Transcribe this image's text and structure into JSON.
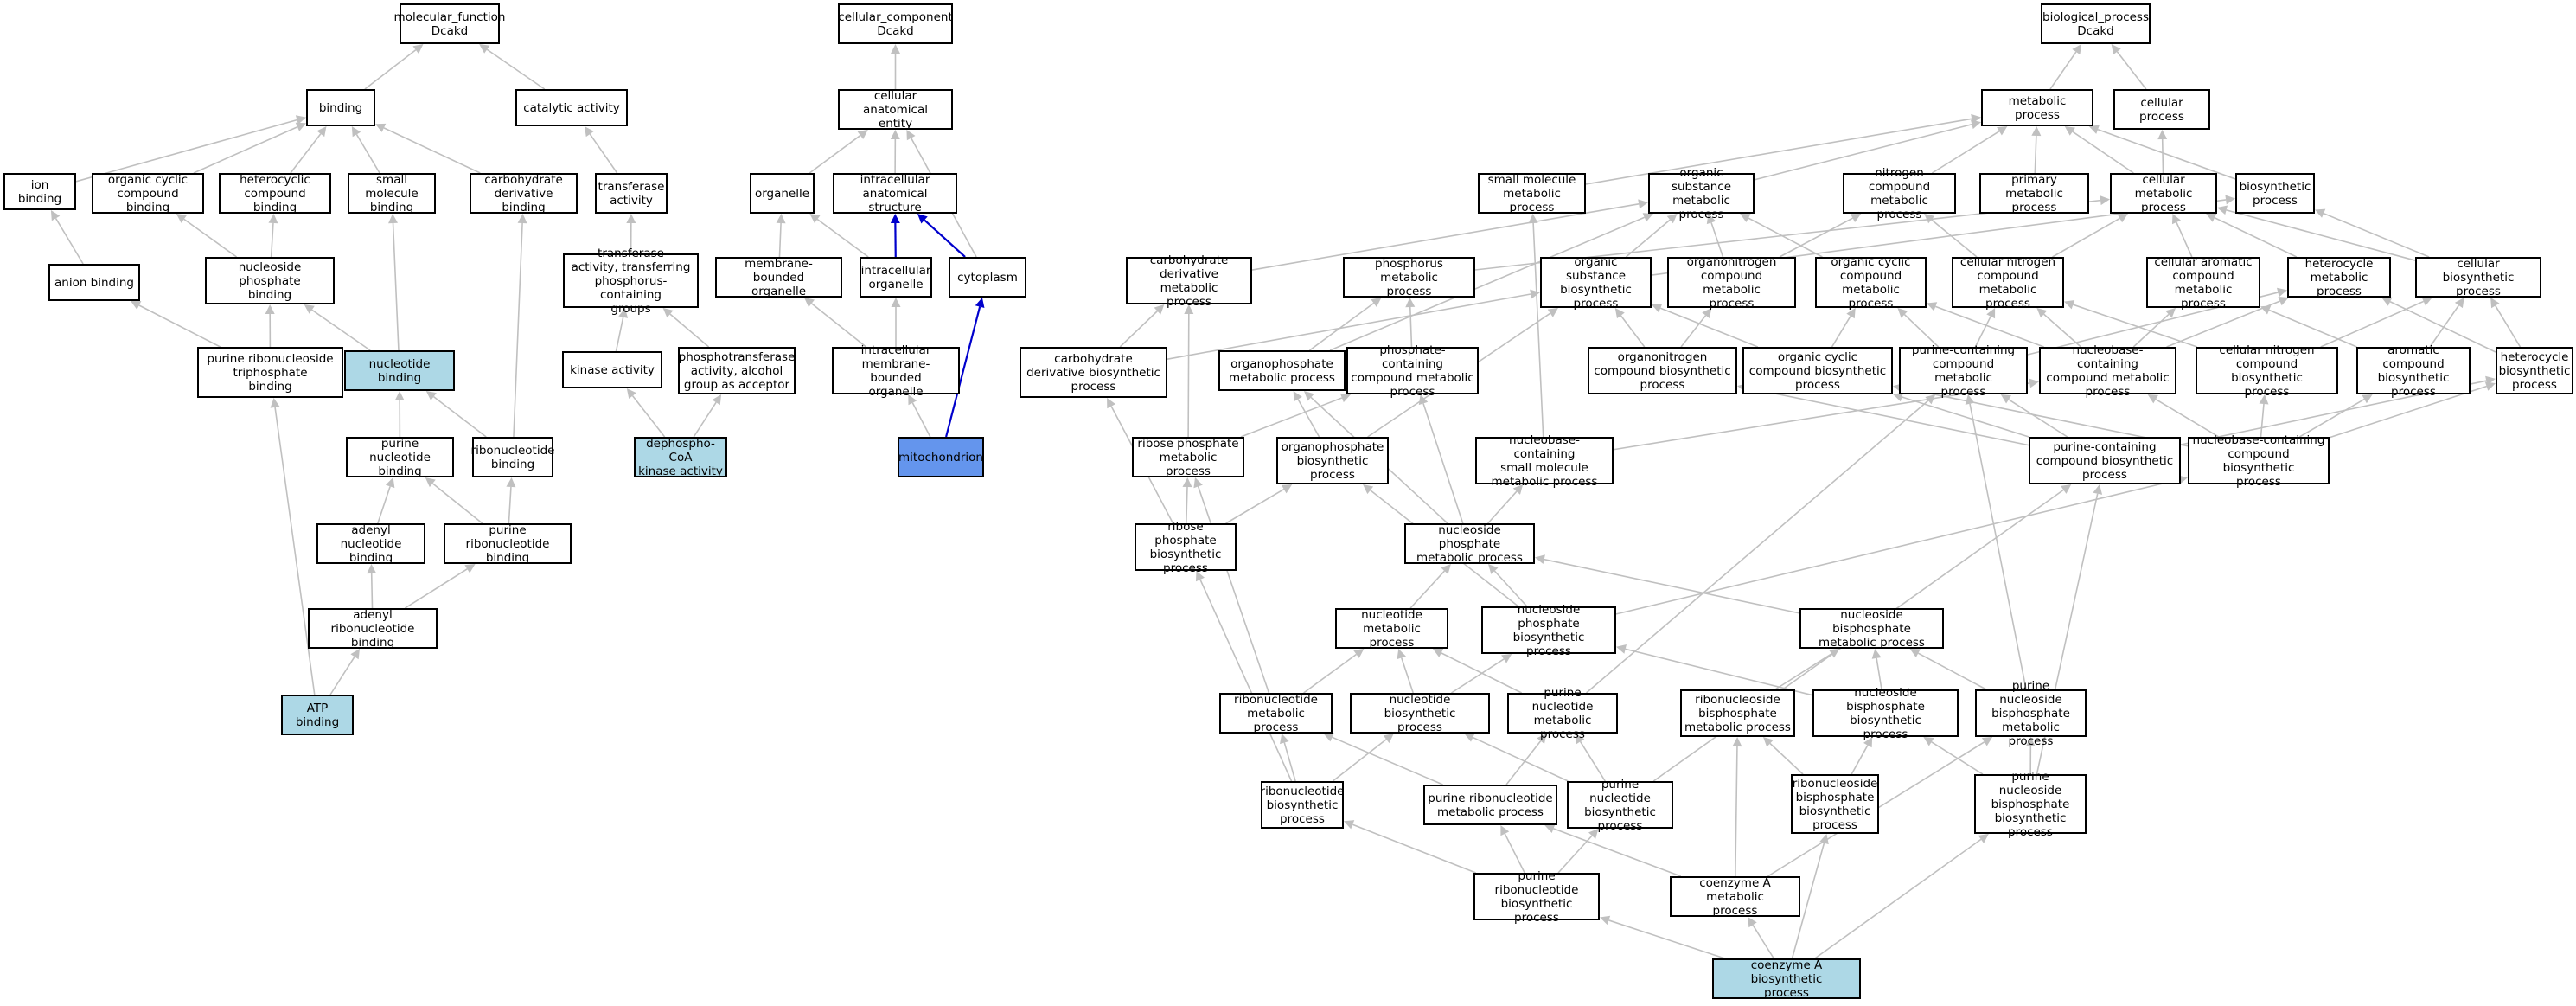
{
  "colors": {
    "edge": "#c0c0c0",
    "edge_highlight": "#0000cc",
    "light": "#add8e6",
    "blue": "#6495ed"
  },
  "nodes": [
    {
      "id": "mf",
      "label": "molecular_function\nDcakd",
      "hl": ""
    },
    {
      "id": "binding",
      "label": "binding",
      "hl": ""
    },
    {
      "id": "catalytic",
      "label": "catalytic activity",
      "hl": ""
    },
    {
      "id": "ionb",
      "label": "ion binding",
      "hl": ""
    },
    {
      "id": "orgcyc",
      "label": "organic cyclic\ncompound binding",
      "hl": ""
    },
    {
      "id": "hetcyc",
      "label": "heterocyclic\ncompound binding",
      "hl": ""
    },
    {
      "id": "smb",
      "label": "small molecule\nbinding",
      "hl": ""
    },
    {
      "id": "carbb",
      "label": "carbohydrate\nderivative binding",
      "hl": ""
    },
    {
      "id": "transf",
      "label": "transferase\nactivity",
      "hl": ""
    },
    {
      "id": "anionb",
      "label": "anion binding",
      "hl": ""
    },
    {
      "id": "nucphb",
      "label": "nucleoside phosphate\nbinding",
      "hl": ""
    },
    {
      "id": "transfp",
      "label": "transferase\nactivity, transferring\nphosphorus-containing\ngroups",
      "hl": ""
    },
    {
      "id": "prtb",
      "label": "purine ribonucleoside\ntriphosphate\nbinding",
      "hl": ""
    },
    {
      "id": "nucb",
      "label": "nucleotide binding",
      "hl": "light"
    },
    {
      "id": "kinase",
      "label": "kinase activity",
      "hl": ""
    },
    {
      "id": "phosph",
      "label": "phosphotransferase\nactivity, alcohol\ngroup as acceptor",
      "hl": ""
    },
    {
      "id": "pnb",
      "label": "purine nucleotide\nbinding",
      "hl": ""
    },
    {
      "id": "ribob",
      "label": "ribonucleotide\nbinding",
      "hl": ""
    },
    {
      "id": "dpcoa",
      "label": "dephospho-CoA\nkinase activity",
      "hl": "light"
    },
    {
      "id": "adnb",
      "label": "adenyl nucleotide\nbinding",
      "hl": ""
    },
    {
      "id": "prnb",
      "label": "purine ribonucleotide\nbinding",
      "hl": ""
    },
    {
      "id": "adrnb",
      "label": "adenyl ribonucleotide\nbinding",
      "hl": ""
    },
    {
      "id": "atpb",
      "label": "ATP binding",
      "hl": "light"
    },
    {
      "id": "cc",
      "label": "cellular_component\nDcakd",
      "hl": ""
    },
    {
      "id": "cae",
      "label": "cellular anatomical\nentity",
      "hl": ""
    },
    {
      "id": "organelle",
      "label": "organelle",
      "hl": ""
    },
    {
      "id": "ias",
      "label": "intracellular\nanatomical structure",
      "hl": ""
    },
    {
      "id": "mbo",
      "label": "membrane-bounded\norganelle",
      "hl": ""
    },
    {
      "id": "io",
      "label": "intracellular\norganelle",
      "hl": ""
    },
    {
      "id": "cyto",
      "label": "cytoplasm",
      "hl": ""
    },
    {
      "id": "imbo",
      "label": "intracellular\nmembrane-bounded\norganelle",
      "hl": ""
    },
    {
      "id": "mito",
      "label": "mitochondrion",
      "hl": "blue"
    },
    {
      "id": "bp",
      "label": "biological_process\nDcakd",
      "hl": ""
    },
    {
      "id": "metp",
      "label": "metabolic process",
      "hl": ""
    },
    {
      "id": "cellp",
      "label": "cellular process",
      "hl": ""
    },
    {
      "id": "smmp",
      "label": "small molecule\nmetabolic process",
      "hl": ""
    },
    {
      "id": "osmp",
      "label": "organic substance\nmetabolic process",
      "hl": ""
    },
    {
      "id": "ncmp",
      "label": "nitrogen compound\nmetabolic process",
      "hl": ""
    },
    {
      "id": "pmp",
      "label": "primary metabolic\nprocess",
      "hl": ""
    },
    {
      "id": "cmp",
      "label": "cellular metabolic\nprocess",
      "hl": ""
    },
    {
      "id": "bsp",
      "label": "biosynthetic\nprocess",
      "hl": ""
    },
    {
      "id": "cdmp",
      "label": "carbohydrate\nderivative metabolic\nprocess",
      "hl": ""
    },
    {
      "id": "phmp",
      "label": "phosphorus metabolic\nprocess",
      "hl": ""
    },
    {
      "id": "osbp",
      "label": "organic substance\nbiosynthetic\nprocess",
      "hl": ""
    },
    {
      "id": "oncmp",
      "label": "organonitrogen\ncompound metabolic\nprocess",
      "hl": ""
    },
    {
      "id": "occmp",
      "label": "organic cyclic\ncompound metabolic\nprocess",
      "hl": ""
    },
    {
      "id": "cncmp",
      "label": "cellular nitrogen\ncompound metabolic\nprocess",
      "hl": ""
    },
    {
      "id": "cacmp",
      "label": "cellular aromatic\ncompound metabolic\nprocess",
      "hl": ""
    },
    {
      "id": "hmp",
      "label": "heterocycle\nmetabolic process",
      "hl": ""
    },
    {
      "id": "cbp",
      "label": "cellular biosynthetic\nprocess",
      "hl": ""
    },
    {
      "id": "cdbp",
      "label": "carbohydrate\nderivative biosynthetic\nprocess",
      "hl": ""
    },
    {
      "id": "opmp",
      "label": "organophosphate\nmetabolic process",
      "hl": ""
    },
    {
      "id": "pccmp",
      "label": "phosphate-containing\ncompound metabolic\nprocess",
      "hl": ""
    },
    {
      "id": "oncbp",
      "label": "organonitrogen\ncompound biosynthetic\nprocess",
      "hl": ""
    },
    {
      "id": "occbp",
      "label": "organic cyclic\ncompound biosynthetic\nprocess",
      "hl": ""
    },
    {
      "id": "pucmp",
      "label": "purine-containing\ncompound metabolic\nprocess",
      "hl": ""
    },
    {
      "id": "nbcmp",
      "label": "nucleobase-containing\ncompound metabolic\nprocess",
      "hl": ""
    },
    {
      "id": "cncbp",
      "label": "cellular nitrogen\ncompound biosynthetic\nprocess",
      "hl": ""
    },
    {
      "id": "acbp",
      "label": "aromatic compound\nbiosynthetic\nprocess",
      "hl": ""
    },
    {
      "id": "hbp",
      "label": "heterocycle\nbiosynthetic\nprocess",
      "hl": ""
    },
    {
      "id": "rpmp",
      "label": "ribose phosphate\nmetabolic process",
      "hl": ""
    },
    {
      "id": "opbp",
      "label": "organophosphate\nbiosynthetic\nprocess",
      "hl": ""
    },
    {
      "id": "nbsmmp",
      "label": "nucleobase-containing\nsmall molecule\nmetabolic process",
      "hl": ""
    },
    {
      "id": "pucbp",
      "label": "purine-containing\ncompound biosynthetic\nprocess",
      "hl": ""
    },
    {
      "id": "nbcbp",
      "label": "nucleobase-containing\ncompound biosynthetic\nprocess",
      "hl": ""
    },
    {
      "id": "rpbp",
      "label": "ribose phosphate\nbiosynthetic\nprocess",
      "hl": ""
    },
    {
      "id": "nphmp",
      "label": "nucleoside phosphate\nmetabolic process",
      "hl": ""
    },
    {
      "id": "nucmp",
      "label": "nucleotide metabolic\nprocess",
      "hl": ""
    },
    {
      "id": "nphbp",
      "label": "nucleoside phosphate\nbiosynthetic\nprocess",
      "hl": ""
    },
    {
      "id": "nbpmp",
      "label": "nucleoside bisphosphate\nmetabolic process",
      "hl": ""
    },
    {
      "id": "rnmp",
      "label": "ribonucleotide\nmetabolic process",
      "hl": ""
    },
    {
      "id": "nucbp",
      "label": "nucleotide biosynthetic\nprocess",
      "hl": ""
    },
    {
      "id": "punmp",
      "label": "purine nucleotide\nmetabolic process",
      "hl": ""
    },
    {
      "id": "rnbpmp",
      "label": "ribonucleoside\nbisphosphate\nmetabolic process",
      "hl": ""
    },
    {
      "id": "nbpbp",
      "label": "nucleoside bisphosphate\nbiosynthetic\nprocess",
      "hl": ""
    },
    {
      "id": "punbpmp",
      "label": "purine nucleoside\nbisphosphate\nmetabolic process",
      "hl": ""
    },
    {
      "id": "rnbp",
      "label": "ribonucleotide\nbiosynthetic\nprocess",
      "hl": ""
    },
    {
      "id": "prnmp",
      "label": "purine ribonucleotide\nmetabolic process",
      "hl": ""
    },
    {
      "id": "punbp",
      "label": "purine nucleotide\nbiosynthetic\nprocess",
      "hl": ""
    },
    {
      "id": "rnbpbp",
      "label": "ribonucleoside\nbisphosphate\nbiosynthetic\nprocess",
      "hl": ""
    },
    {
      "id": "punbpbp",
      "label": "purine nucleoside\nbisphosphate\nbiosynthetic\nprocess",
      "hl": ""
    },
    {
      "id": "prnbp",
      "label": "purine ribonucleotide\nbiosynthetic\nprocess",
      "hl": ""
    },
    {
      "id": "coamp",
      "label": "coenzyme A metabolic\nprocess",
      "hl": ""
    },
    {
      "id": "coabp",
      "label": "coenzyme A biosynthetic\nprocess",
      "hl": "light"
    }
  ],
  "edges": [
    [
      "binding",
      "mf"
    ],
    [
      "catalytic",
      "mf"
    ],
    [
      "ionb",
      "binding"
    ],
    [
      "orgcyc",
      "binding"
    ],
    [
      "hetcyc",
      "binding"
    ],
    [
      "smb",
      "binding"
    ],
    [
      "carbb",
      "binding"
    ],
    [
      "transf",
      "catalytic"
    ],
    [
      "anionb",
      "ionb"
    ],
    [
      "nucphb",
      "orgcyc"
    ],
    [
      "nucphb",
      "hetcyc"
    ],
    [
      "transfp",
      "transf"
    ],
    [
      "prtb",
      "anionb"
    ],
    [
      "prtb",
      "nucphb"
    ],
    [
      "nucb",
      "nucphb"
    ],
    [
      "nucb",
      "smb"
    ],
    [
      "kinase",
      "transfp"
    ],
    [
      "phosph",
      "transfp"
    ],
    [
      "pnb",
      "nucb"
    ],
    [
      "ribob",
      "nucb"
    ],
    [
      "ribob",
      "carbb"
    ],
    [
      "dpcoa",
      "kinase"
    ],
    [
      "dpcoa",
      "phosph"
    ],
    [
      "adnb",
      "pnb"
    ],
    [
      "prnb",
      "pnb"
    ],
    [
      "prnb",
      "ribob"
    ],
    [
      "adrnb",
      "adnb"
    ],
    [
      "adrnb",
      "prnb"
    ],
    [
      "atpb",
      "adrnb"
    ],
    [
      "atpb",
      "prtb"
    ],
    [
      "cae",
      "cc"
    ],
    [
      "organelle",
      "cae"
    ],
    [
      "ias",
      "cae"
    ],
    [
      "cyto",
      "cae"
    ],
    [
      "mbo",
      "organelle"
    ],
    [
      "io",
      "organelle"
    ],
    [
      "io",
      "ias",
      "hl"
    ],
    [
      "cyto",
      "ias",
      "hl"
    ],
    [
      "imbo",
      "mbo"
    ],
    [
      "imbo",
      "io"
    ],
    [
      "mito",
      "imbo"
    ],
    [
      "mito",
      "cyto",
      "hl"
    ],
    [
      "metp",
      "bp"
    ],
    [
      "cellp",
      "bp"
    ],
    [
      "smmp",
      "metp"
    ],
    [
      "osmp",
      "metp"
    ],
    [
      "ncmp",
      "metp"
    ],
    [
      "pmp",
      "metp"
    ],
    [
      "cmp",
      "metp"
    ],
    [
      "cmp",
      "cellp"
    ],
    [
      "bsp",
      "metp"
    ],
    [
      "cdmp",
      "osmp"
    ],
    [
      "phmp",
      "cmp"
    ],
    [
      "osbp",
      "osmp"
    ],
    [
      "osbp",
      "bsp"
    ],
    [
      "oncmp",
      "osmp"
    ],
    [
      "oncmp",
      "ncmp"
    ],
    [
      "occmp",
      "osmp"
    ],
    [
      "cncmp",
      "ncmp"
    ],
    [
      "cncmp",
      "cmp"
    ],
    [
      "cacmp",
      "cmp"
    ],
    [
      "hmp",
      "cmp"
    ],
    [
      "cbp",
      "bsp"
    ],
    [
      "cbp",
      "cmp"
    ],
    [
      "cdbp",
      "cdmp"
    ],
    [
      "cdbp",
      "osbp"
    ],
    [
      "opmp",
      "phmp"
    ],
    [
      "opmp",
      "osmp"
    ],
    [
      "pccmp",
      "phmp"
    ],
    [
      "oncbp",
      "oncmp"
    ],
    [
      "oncbp",
      "osbp"
    ],
    [
      "occbp",
      "occmp"
    ],
    [
      "occbp",
      "osbp"
    ],
    [
      "pucmp",
      "occmp"
    ],
    [
      "pucmp",
      "hmp"
    ],
    [
      "pucmp",
      "cncmp"
    ],
    [
      "nbcmp",
      "cacmp"
    ],
    [
      "nbcmp",
      "hmp"
    ],
    [
      "nbcmp",
      "cncmp"
    ],
    [
      "nbcmp",
      "occmp"
    ],
    [
      "cncbp",
      "cncmp"
    ],
    [
      "cncbp",
      "cbp"
    ],
    [
      "acbp",
      "cacmp"
    ],
    [
      "acbp",
      "cbp"
    ],
    [
      "hbp",
      "hmp"
    ],
    [
      "hbp",
      "cbp"
    ],
    [
      "rpmp",
      "cdmp"
    ],
    [
      "rpmp",
      "pccmp"
    ],
    [
      "opbp",
      "opmp"
    ],
    [
      "opbp",
      "osbp"
    ],
    [
      "nbsmmp",
      "smmp"
    ],
    [
      "nbsmmp",
      "nbcmp"
    ],
    [
      "pucbp",
      "pucmp"
    ],
    [
      "pucbp",
      "oncbp"
    ],
    [
      "pucbp",
      "occbp"
    ],
    [
      "pucbp",
      "hbp"
    ],
    [
      "nbcbp",
      "nbcmp"
    ],
    [
      "nbcbp",
      "cncbp"
    ],
    [
      "nbcbp",
      "acbp"
    ],
    [
      "nbcbp",
      "hbp"
    ],
    [
      "nbcbp",
      "occbp"
    ],
    [
      "rpbp",
      "rpmp"
    ],
    [
      "rpbp",
      "cdbp"
    ],
    [
      "rpbp",
      "opbp"
    ],
    [
      "nphmp",
      "opmp"
    ],
    [
      "nphmp",
      "pccmp"
    ],
    [
      "nphmp",
      "nbsmmp"
    ],
    [
      "nucmp",
      "nphmp"
    ],
    [
      "nphbp",
      "nphmp"
    ],
    [
      "nphbp",
      "opbp"
    ],
    [
      "nphbp",
      "nbcbp"
    ],
    [
      "nbpmp",
      "nphmp"
    ],
    [
      "rnmp",
      "nucmp"
    ],
    [
      "rnmp",
      "rpmp"
    ],
    [
      "nucbp",
      "nucmp"
    ],
    [
      "nucbp",
      "nphbp"
    ],
    [
      "punmp",
      "nucmp"
    ],
    [
      "punmp",
      "pucmp"
    ],
    [
      "rnbpmp",
      "nbpmp"
    ],
    [
      "nbpbp",
      "nbpmp"
    ],
    [
      "nbpbp",
      "nphbp"
    ],
    [
      "punbpmp",
      "nbpmp"
    ],
    [
      "punbpmp",
      "pucmp"
    ],
    [
      "rnbp",
      "rnmp"
    ],
    [
      "rnbp",
      "nucbp"
    ],
    [
      "rnbp",
      "rpbp"
    ],
    [
      "prnmp",
      "rnmp"
    ],
    [
      "prnmp",
      "punmp"
    ],
    [
      "punbp",
      "punmp"
    ],
    [
      "punbp",
      "nucbp"
    ],
    [
      "punbp",
      "pucbp"
    ],
    [
      "rnbpbp",
      "rnbpmp"
    ],
    [
      "rnbpbp",
      "nbpbp"
    ],
    [
      "punbpbp",
      "punbpmp"
    ],
    [
      "punbpbp",
      "nbpbp"
    ],
    [
      "punbpbp",
      "pucbp"
    ],
    [
      "prnbp",
      "prnmp"
    ],
    [
      "prnbp",
      "punbp"
    ],
    [
      "prnbp",
      "rnbp"
    ],
    [
      "coamp",
      "rnbpmp"
    ],
    [
      "coamp",
      "punbpmp"
    ],
    [
      "coamp",
      "prnmp"
    ],
    [
      "coabp",
      "coamp"
    ],
    [
      "coabp",
      "prnbp"
    ],
    [
      "coabp",
      "rnbpbp"
    ],
    [
      "coabp",
      "punbpbp"
    ]
  ]
}
